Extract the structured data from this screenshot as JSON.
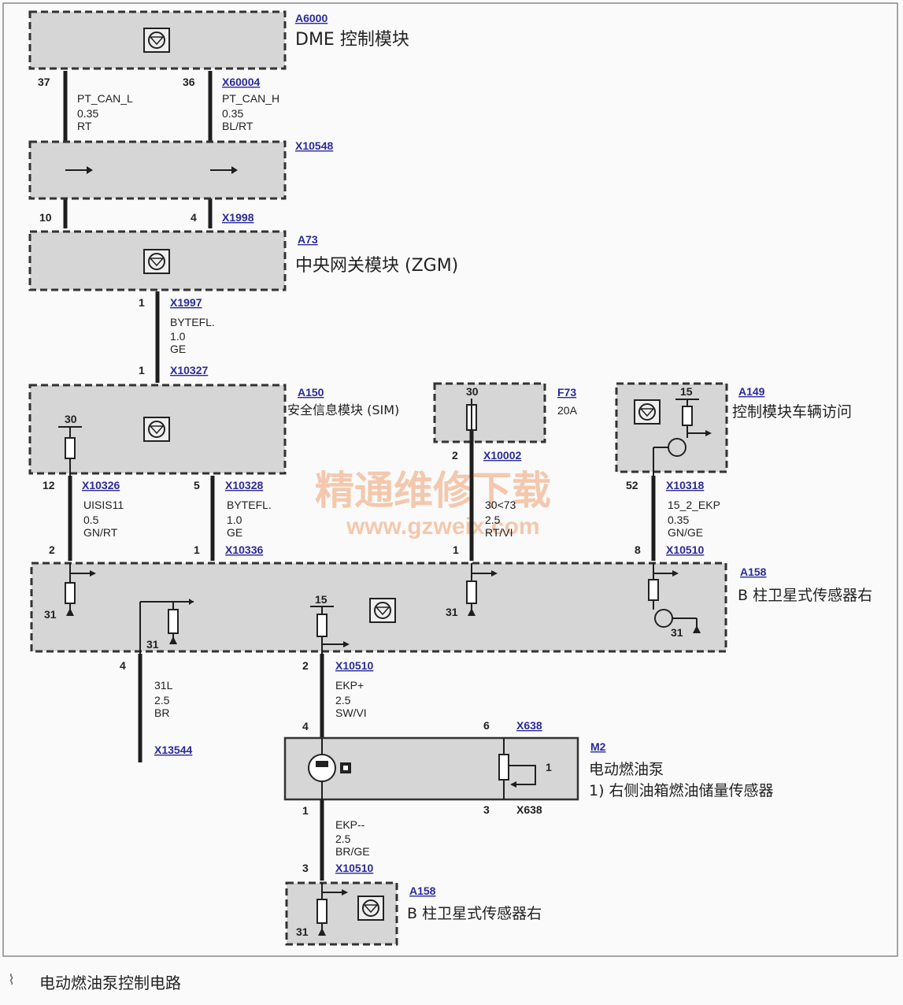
{
  "caption": "电动燃油泵控制电路",
  "watermark": {
    "line1": "精通维修下载",
    "line2": "www.gzweix.com"
  },
  "modules": {
    "a6000": {
      "ref": "A6000",
      "name": "DME 控制模块"
    },
    "x10548": {
      "ref": "X10548"
    },
    "a73": {
      "ref": "A73",
      "name": "中央网关模块 (ZGM)"
    },
    "a150": {
      "ref": "A150",
      "name": "安全信息模块 (SIM)",
      "sensor_pin": "30"
    },
    "f73": {
      "ref": "F73",
      "rating": "20A",
      "pin_top": "30"
    },
    "a149": {
      "ref": "A149",
      "name": "控制模块车辆访问",
      "pin_top": "15"
    },
    "a158": {
      "ref": "A158",
      "name": "B 柱卫星式传感器右",
      "gnd1": "31",
      "gnd2": "31",
      "gnd3": "31",
      "gnd4": "31",
      "supply": "15"
    },
    "m2": {
      "ref": "M2",
      "name": "电动燃油泵",
      "note": "1) 右侧油箱燃油储量传感器",
      "marker": "1"
    },
    "a158b": {
      "ref": "A158",
      "name": "B 柱卫星式传感器右",
      "gnd": "31"
    }
  },
  "wires": {
    "w1": {
      "pin_top": "37",
      "signal": "PT_CAN_L",
      "size": "0.35",
      "color": "RT"
    },
    "w2": {
      "pin_top": "36",
      "conn": "X60004",
      "signal": "PT_CAN_H",
      "size": "0.35",
      "color": "BL/RT"
    },
    "w3": {
      "pin_bot1": "10",
      "pin_bot2": "4",
      "conn": "X1998"
    },
    "w4": {
      "pin_top": "1",
      "conn_top": "X1997",
      "signal": "BYTEFL.",
      "size": "1.0",
      "color": "GE",
      "pin_bot": "1",
      "conn_bot": "X10327"
    },
    "w5": {
      "pin_top": "12",
      "conn_top": "X10326",
      "signal": "UISIS11",
      "size": "0.5",
      "color": "GN/RT",
      "pin_bot": "2"
    },
    "w6": {
      "pin_top": "5",
      "conn_top": "X10328",
      "signal": "BYTEFL.",
      "size": "1.0",
      "color": "GE",
      "pin_bot": "1",
      "conn_bot": "X10336"
    },
    "w7": {
      "pin_top": "2",
      "conn_top": "X10002",
      "signal": "30<73",
      "size": "2.5",
      "color": "RT/VI",
      "pin_bot": "1"
    },
    "w8": {
      "pin_top": "52",
      "conn_top": "X10318",
      "signal": "15_2_EKP",
      "size": "0.35",
      "color": "GN/GE",
      "pin_bot": "8",
      "conn_bot": "X10510"
    },
    "w9": {
      "pin_top": "4",
      "signal": "31L",
      "size": "2.5",
      "color": "BR",
      "conn_bot": "X13544"
    },
    "w10": {
      "pin_top": "2",
      "conn_top": "X10510",
      "signal": "EKP+",
      "size": "2.5",
      "color": "SW/VI",
      "pin_bot": "4"
    },
    "w11": {
      "pin_top": "1",
      "signal": "EKP--",
      "size": "2.5",
      "color": "BR/GE",
      "pin_bot": "3",
      "conn_bot": "X10510"
    },
    "w12": {
      "pin_top": "6",
      "conn_top": "X638",
      "pin_bot": "3",
      "conn_bot": "X638"
    }
  }
}
